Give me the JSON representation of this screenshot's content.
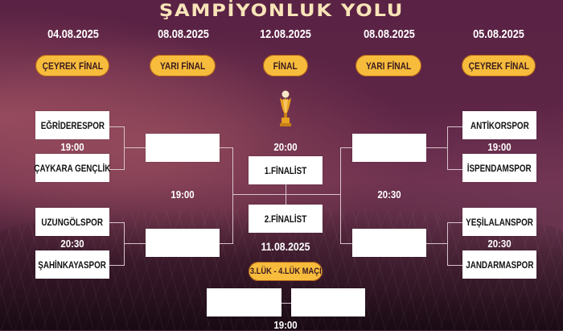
{
  "title": "ŞAMPİYONLUK YOLU",
  "columns": [
    {
      "date": "04.08.2025",
      "round": "ÇEYREK FİNAL"
    },
    {
      "date": "08.08.2025",
      "round": "YARI FİNAL"
    },
    {
      "date": "12.08.2025",
      "round": "FİNAL"
    },
    {
      "date": "08.08.2025",
      "round": "YARI FİNAL"
    },
    {
      "date": "05.08.2025",
      "round": "ÇEYREK FİNAL"
    }
  ],
  "left": {
    "quarterfinals": [
      {
        "team1": "EĞRİDERESPOR",
        "team2": "ÇAYKARA GENÇLİK",
        "time": "19:00"
      },
      {
        "team1": "UZUNGÖLSPOR",
        "team2": "ŞAHİNKAYASPOR",
        "time": "20:30"
      }
    ],
    "semifinal": {
      "team1": "",
      "team2": "",
      "time": "19:00"
    }
  },
  "right": {
    "quarterfinals": [
      {
        "team1": "ANTİKORSPOR",
        "team2": "İSPENDAMSPOR",
        "time": "19:00"
      },
      {
        "team1": "YEŞİLALANSPOR",
        "team2": "JANDARMASPOR",
        "time": "20:30"
      }
    ],
    "semifinal": {
      "team1": "",
      "team2": "",
      "time": "20:30"
    }
  },
  "final": {
    "time": "20:00",
    "team1": "1.FİNALİST",
    "team2": "2.FİNALİST",
    "icon": "trophy-icon"
  },
  "third_place": {
    "date": "11.08.2025",
    "label": "3.LÜK - 4.LÜK MAÇI",
    "team1": "",
    "team2": "",
    "time": "19:00"
  },
  "colors": {
    "accent": "#f7bc3c",
    "title": "#f8e4b8",
    "background": "#5a2244",
    "box": "#ffffff",
    "line": "#d9c3cc"
  }
}
